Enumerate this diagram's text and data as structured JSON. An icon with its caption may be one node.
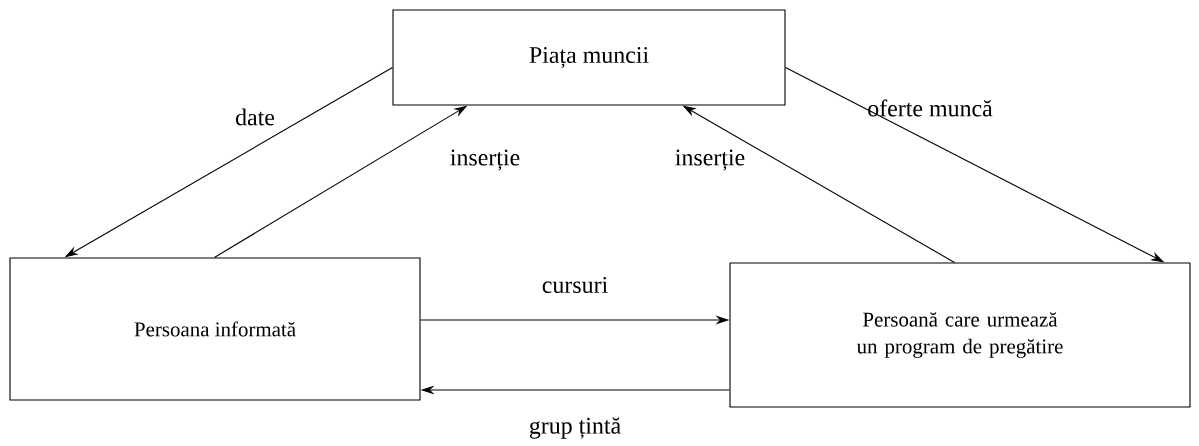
{
  "diagram": {
    "nodes": [
      {
        "text": [
          "Piața muncii"
        ]
      },
      {
        "text": [
          "Persoana informată"
        ]
      },
      {
        "text": [
          "Persoană care urmează un program de pregătire"
        ]
      }
    ],
    "edges": [
      {
        "from": 0,
        "to": 1,
        "arrow": "to",
        "label": "date"
      },
      {
        "from": 1,
        "to": 0,
        "arrow": "to",
        "label": "inserție"
      },
      {
        "from": 2,
        "to": 0,
        "arrow": "to",
        "label": "inserție"
      },
      {
        "from": 0,
        "to": 2,
        "arrow": "to",
        "label": "oferte muncă"
      },
      {
        "from": 1,
        "to": 2,
        "arrow": "to",
        "label": "cursuri"
      },
      {
        "from": 2,
        "to": 1,
        "arrow": "to",
        "label": "grup țintă"
      }
    ]
  }
}
